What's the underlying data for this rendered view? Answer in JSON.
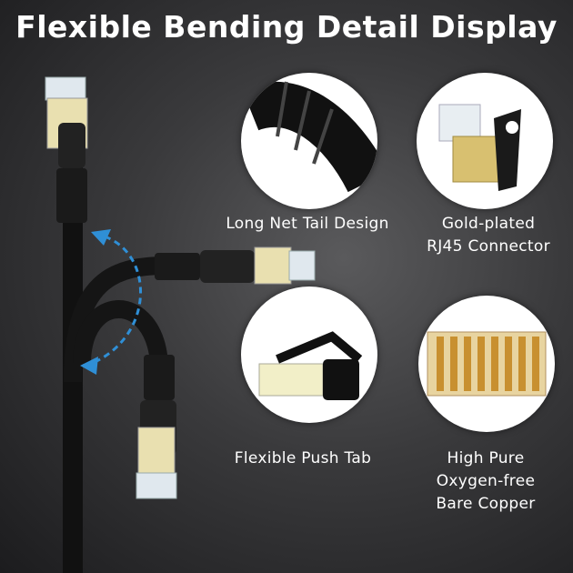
{
  "title": "Flexible Bending Detail Display",
  "features": [
    {
      "lines": [
        "Long Net Tail Design"
      ],
      "icon": "cable-boot-icon"
    },
    {
      "lines": [
        "Gold-plated",
        "RJ45 Connector"
      ],
      "icon": "rj45-connector-icon"
    },
    {
      "lines": [
        "Flexible Push Tab"
      ],
      "icon": "push-tab-icon"
    },
    {
      "lines": [
        "High Pure",
        "Oxygen-free",
        "Bare Copper"
      ],
      "icon": "copper-pins-icon"
    }
  ],
  "colors": {
    "arrow": "#2f8fd6",
    "gold": "#e8dca0",
    "cable": "#111111"
  }
}
